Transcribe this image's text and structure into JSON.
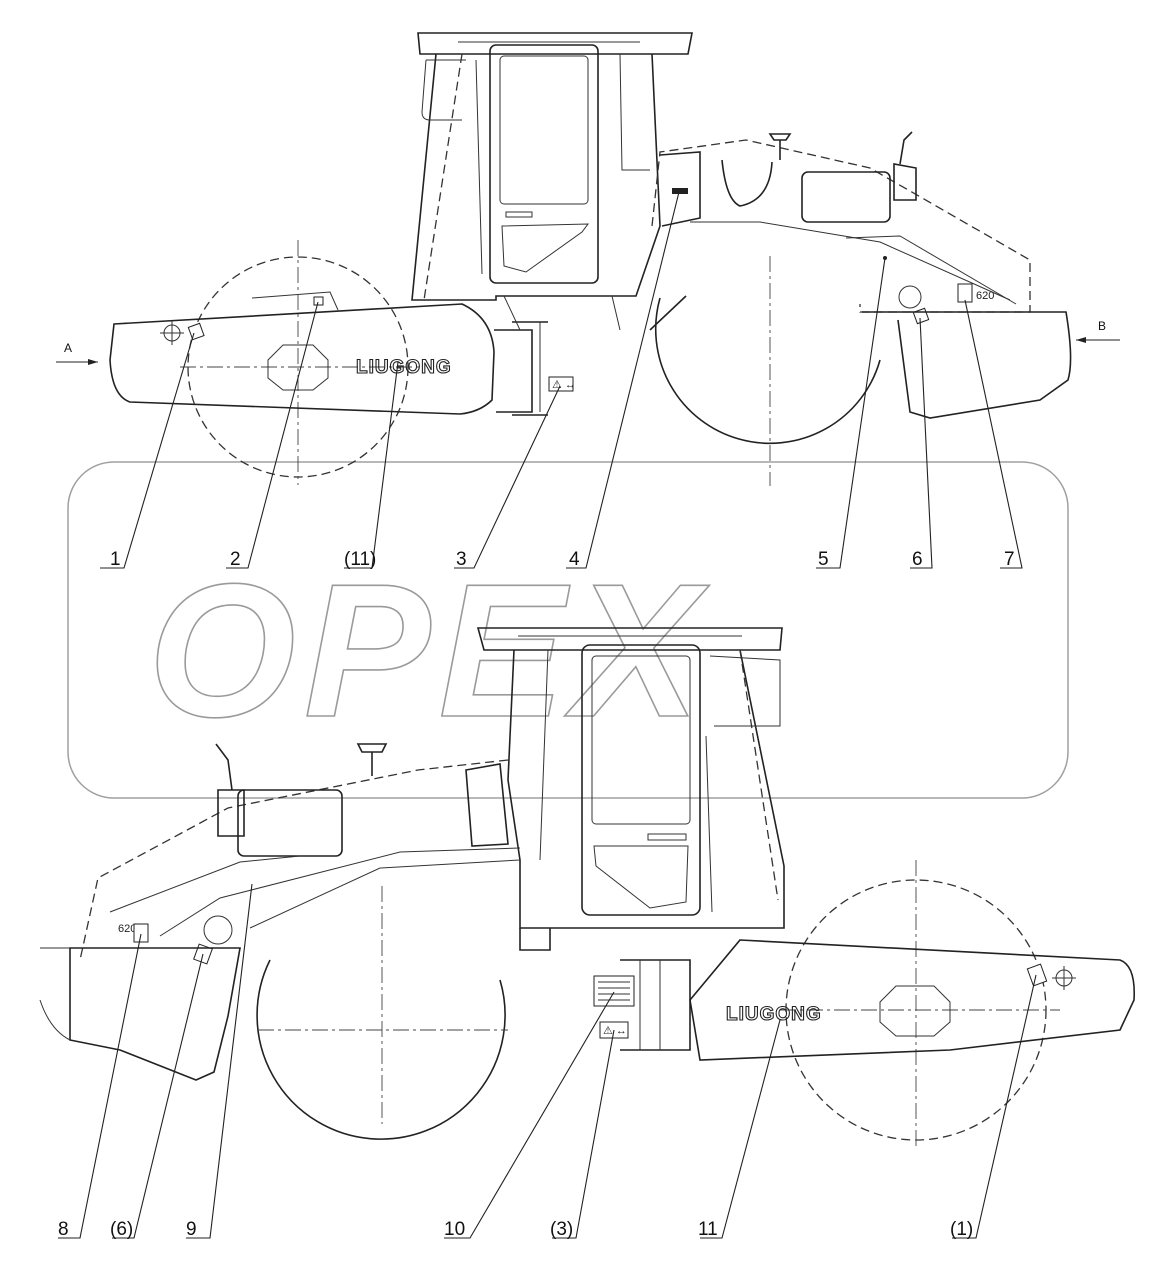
{
  "watermark": "OPEX",
  "brand_decal": "LIUGONG",
  "model_decal": "620",
  "view_labels": {
    "a": "A",
    "b": "B"
  },
  "callouts": {
    "top": [
      "1",
      "2",
      "(11)",
      "3",
      "4",
      "5",
      "6",
      "7"
    ],
    "bottom": [
      "8",
      "(6)",
      "9",
      "10",
      "(3)",
      "11",
      "(1)"
    ]
  }
}
